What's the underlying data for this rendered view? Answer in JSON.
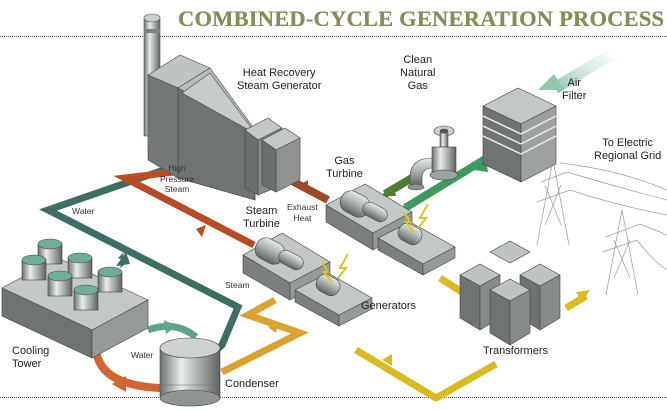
{
  "title": "COMBINED-CYCLE GENERATION PROCESS",
  "colors": {
    "title": "#8a8a5a",
    "water": "#3d6e66",
    "high_pressure_steam": "#b94c24",
    "exhaust_heat": "#9c4a28",
    "natural_gas": "#4f7d34",
    "air": "#3f9a62",
    "electricity": "#dbb920",
    "low_steam": "#dba232",
    "cooling_water_supply": "#5fa589",
    "cooling_water_return": "#d2652f",
    "equipment_gray": "#7e857f"
  },
  "components": {
    "hrsg": [
      "Heat Recovery",
      "Steam Generator"
    ],
    "natural_gas": [
      "Clean",
      "Natural",
      "Gas"
    ],
    "air_filter": [
      "Air",
      "Filter"
    ],
    "grid": [
      "To Electric",
      "Regional Grid"
    ],
    "gas_turbine": [
      "Gas",
      "Turbine"
    ],
    "steam_turbine": [
      "Steam",
      "Turbine"
    ],
    "generators": "Generators",
    "transformers": "Transformers",
    "cooling_tower": [
      "Cooling",
      "Tower"
    ],
    "condenser": "Condenser"
  },
  "flows": {
    "high_pressure_steam": [
      "High",
      "Pressure",
      "Steam"
    ],
    "exhaust_heat": [
      "Exhaust",
      "Heat"
    ],
    "water_main": "Water",
    "water_cooling": "Water",
    "steam": "Steam"
  }
}
